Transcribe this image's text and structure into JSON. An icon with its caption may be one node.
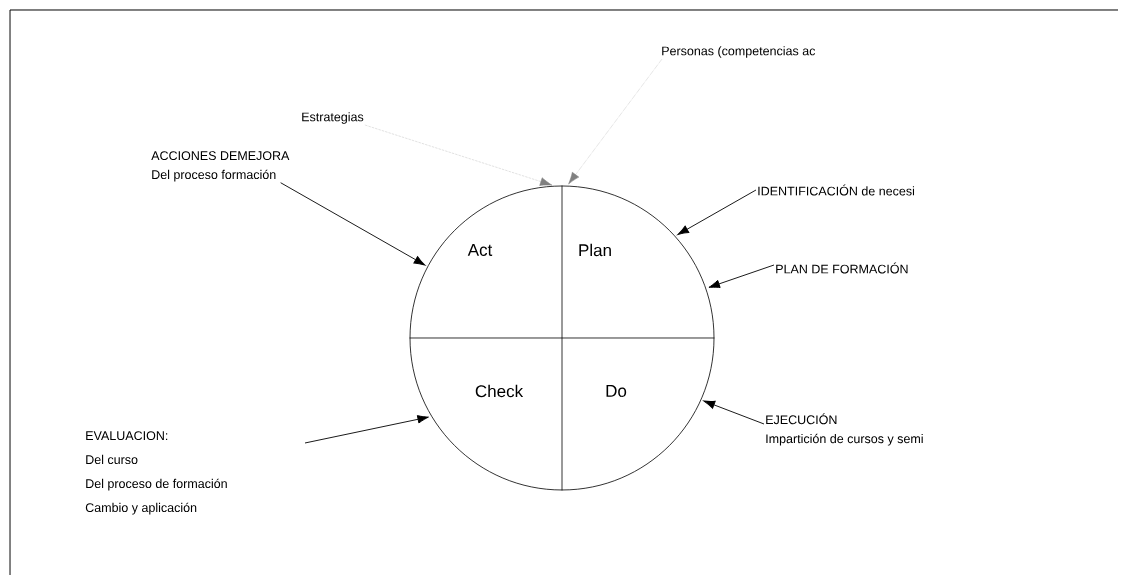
{
  "diagram": {
    "nodes": [
      {
        "text": [],
        "shape": "circle"
      },
      {
        "text": [
          "Act"
        ],
        "in": 0
      },
      {
        "text": [
          "Plan"
        ],
        "in": 0
      },
      {
        "text": [
          "Check"
        ],
        "in": 0
      },
      {
        "text": [
          "Do"
        ],
        "in": 0
      },
      {
        "text": [
          "Estrategias"
        ]
      },
      {
        "text": [
          "Personas (competencias ac"
        ]
      },
      {
        "text": [
          "ACCIONES DEMEJORA",
          "Del proceso formación"
        ]
      },
      {
        "text": [
          "IDENTIFICACIÓN de necesi"
        ]
      },
      {
        "text": [
          "PLAN DE FORMACIÓN"
        ]
      },
      {
        "text": [
          "EJECUCIÓN",
          "Impartición de cursos y semi"
        ]
      },
      {
        "text": [
          "EVALUACION:",
          "Del curso",
          "Del proceso de formación",
          "Cambio y aplicación"
        ]
      }
    ],
    "edges": [
      {
        "from": 5,
        "to": 0,
        "arrow": "to",
        "style": "dashed",
        "color": "#808080"
      },
      {
        "from": 6,
        "to": 0,
        "arrow": "to",
        "style": "dashed",
        "color": "#808080"
      },
      {
        "from": 7,
        "to": 0,
        "arrow": "to"
      },
      {
        "from": 8,
        "to": 0,
        "arrow": "to"
      },
      {
        "from": 9,
        "to": 0,
        "arrow": "to"
      },
      {
        "from": 10,
        "to": 0,
        "arrow": "to"
      },
      {
        "from": 11,
        "to": 0,
        "arrow": "to"
      }
    ]
  }
}
